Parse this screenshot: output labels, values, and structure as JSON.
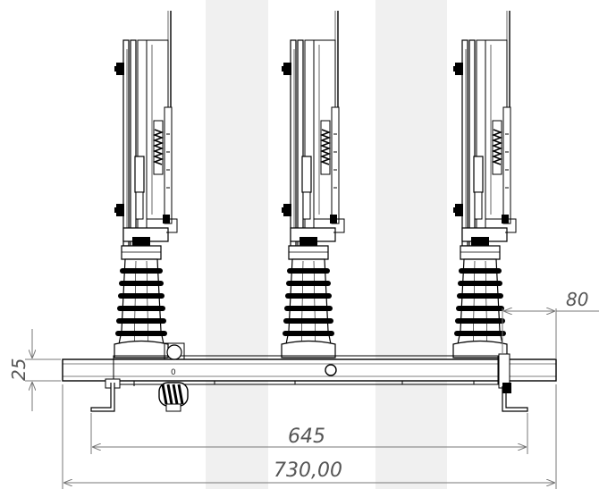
{
  "dimensions": {
    "overall_width": "730,00",
    "mounting_width": "645",
    "side_offset": "80",
    "frame_height": "25"
  },
  "frame_mark": "0",
  "poles": [
    {
      "name": "pole-left"
    },
    {
      "name": "pole-center"
    },
    {
      "name": "pole-right"
    }
  ],
  "colors": {
    "line": "#000000",
    "dimension": "#7a7a7a",
    "background": "#ffffff"
  }
}
